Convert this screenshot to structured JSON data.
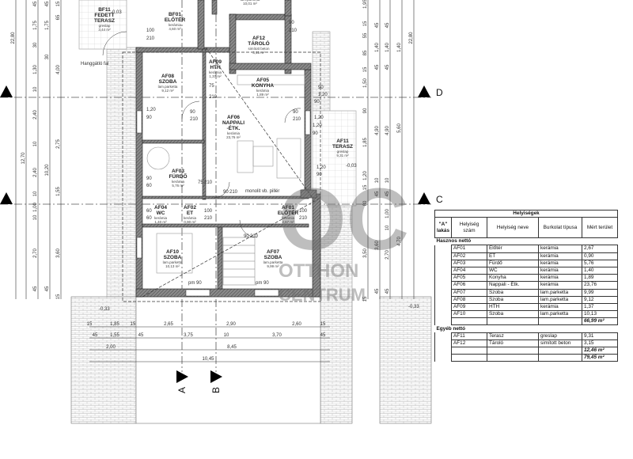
{
  "sections": {
    "a": "A",
    "b": "B",
    "c": "C",
    "d": "D"
  },
  "rooms": [
    {
      "num": "BF11",
      "name": "FEDETT",
      "name2": "TERASZ",
      "floor": "greslap",
      "area": "3,44 m²"
    },
    {
      "num": "BF01",
      "name": "ELŐTÉR",
      "name2": "",
      "floor": "kerámia",
      "area": "4,60 m²"
    },
    {
      "num": "",
      "name": "",
      "name2": "",
      "floor": "lam.parketta",
      "area": "10,01 m²"
    },
    {
      "num": "AF12",
      "name": "TÁROLÓ",
      "name2": "",
      "floor": "simított beton",
      "area": "3,15 m²"
    },
    {
      "num": "AF09",
      "name": "HTH",
      "name2": "",
      "floor": "kerámia",
      "area": "1,37 m²"
    },
    {
      "num": "AF08",
      "name": "SZOBA",
      "name2": "",
      "floor": "lam.parketta",
      "area": "9,12 m²"
    },
    {
      "num": "AF05",
      "name": "KONYHA",
      "name2": "",
      "floor": "kerámia",
      "area": "1,89 m²"
    },
    {
      "num": "AF06",
      "name": "NAPPALI",
      "name2": "-ÉTK.",
      "floor": "kerámia",
      "area": "23,76 m²"
    },
    {
      "num": "AF03",
      "name": "FÜRDŐ",
      "name2": "",
      "floor": "kerámia",
      "area": "5,76 m²"
    },
    {
      "num": "AF04",
      "name": "WC",
      "name2": "",
      "floor": "kerámia",
      "area": "1,40 m²"
    },
    {
      "num": "AF02",
      "name": "ET",
      "name2": "",
      "floor": "kerámia",
      "area": "0,90 m²"
    },
    {
      "num": "AF01",
      "name": "ELŐTÉR",
      "name2": "",
      "floor": "kerámia",
      "area": "2,67 m²"
    },
    {
      "num": "AF10",
      "name": "SZOBA",
      "name2": "",
      "floor": "lam.parketta",
      "area": "10,13 m²"
    },
    {
      "num": "AF07",
      "name": "SZOBA",
      "name2": "",
      "floor": "lam.parketta",
      "area": "9,99 m²"
    },
    {
      "num": "AF11",
      "name": "TERASZ",
      "name2": "",
      "floor": "greslap",
      "area": "9,31 m²"
    }
  ],
  "tags": [
    "-0,03",
    "-0,03",
    "-0,33",
    "-0,33",
    "monolit vb. pillér",
    "pm 90",
    "pm 90",
    "Hanggátló fal",
    "100",
    "210",
    "90",
    "210",
    "90",
    "210",
    "90",
    "210",
    "90",
    "1,20",
    "90",
    "1,20",
    "1,20",
    "90",
    "90",
    "60",
    "60",
    "60",
    "100",
    "210",
    "100",
    "210",
    "90",
    "210",
    "90",
    "210",
    "75",
    "210",
    "75",
    "210",
    "1,20",
    "90",
    "1,20",
    "90"
  ],
  "dimensions": {
    "bottom": [
      [
        "15",
        "1,85",
        "15",
        "2,65",
        "2,90",
        "2,60",
        "15"
      ],
      [
        "45",
        "1,55",
        "45",
        "3,75",
        "10",
        "3,70",
        "45"
      ],
      [
        "2,00",
        "8,45"
      ],
      [
        "10,45"
      ]
    ],
    "left": [
      [
        "22,80"
      ],
      [
        "12,70"
      ],
      [
        "45",
        "1,75",
        "30",
        "1,30",
        "10",
        "2,40",
        "10",
        "2,40",
        "10",
        "1,00",
        "10",
        "2,70",
        "45"
      ],
      [
        "45",
        "1,75",
        "30",
        "10,20",
        "45"
      ],
      [
        "15",
        "65",
        "4,00",
        "2,75",
        "1,55",
        "3,60",
        "15"
      ]
    ],
    "right": [
      [
        "1,95",
        "15",
        "55",
        "85",
        "15",
        "1,50",
        "90",
        "1,85",
        "1,20",
        "15",
        "80",
        "3,50",
        "15"
      ],
      [
        "45",
        "1,40",
        "45",
        "4,90",
        "10",
        "45",
        "3,60",
        "45"
      ],
      [
        "45",
        "1,40",
        "45",
        "4,90",
        "10",
        "45",
        "1,00",
        "10",
        "2,70",
        "45"
      ],
      [
        "1,40",
        "5,60",
        "4,70"
      ],
      [
        "22,80"
      ]
    ]
  },
  "watermark": {
    "logo": "OC",
    "line1": "OTTHON",
    "line2": "CENTRUM"
  },
  "table": {
    "title": "Helyiségek",
    "headers": [
      "\"A\" lakás",
      "Helyiség szám",
      "Helyiség neve",
      "Burkolat típusa",
      "Mért terület"
    ],
    "group1": "Hasznos nettó",
    "rows1": [
      [
        "AF01",
        "Előtér",
        "kerámia",
        "2,67"
      ],
      [
        "AF02",
        "ET",
        "kerámia",
        "0,90"
      ],
      [
        "AF03",
        "Fürdő",
        "kerámia",
        "5,76"
      ],
      [
        "AF04",
        "WC",
        "kerámia",
        "1,40"
      ],
      [
        "AF05",
        "Konyha",
        "kerámia",
        "1,89"
      ],
      [
        "AF06",
        "Nappali - Étk.",
        "kerámia",
        "23,76"
      ],
      [
        "AF07",
        "Szoba",
        "lam.parketta",
        "9,99"
      ],
      [
        "AF08",
        "Szoba",
        "lam.parketta",
        "9,12"
      ],
      [
        "AF09",
        "HTH",
        "kerámia",
        "1,37"
      ],
      [
        "AF10",
        "Szoba",
        "lam.parketta",
        "10,13"
      ]
    ],
    "total1": "66,99 m²",
    "group2": "Egyéb nettó",
    "rows2": [
      [
        "AF11",
        "Terasz",
        "greslap",
        "9,31"
      ],
      [
        "AF12",
        "Tároló",
        "simított beton",
        "3,15"
      ]
    ],
    "total2": "12,46 m²",
    "grand_total": "79,45 m²"
  }
}
